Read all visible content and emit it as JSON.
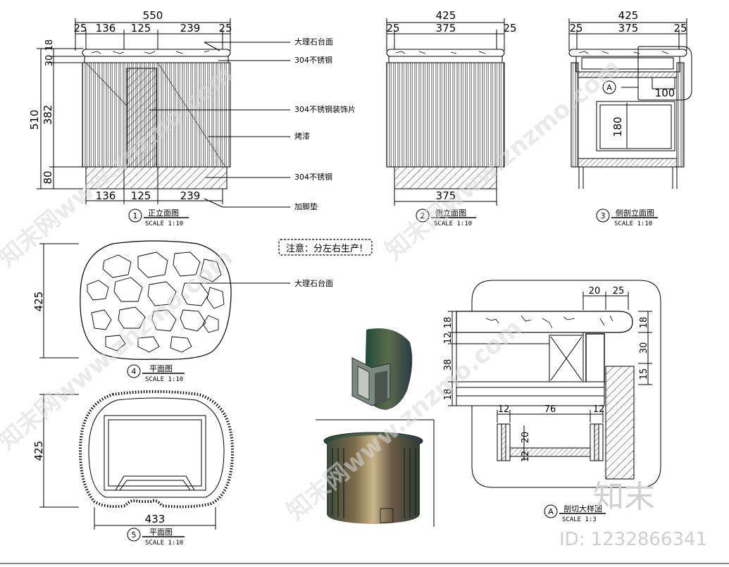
{
  "front_elevation": {
    "overall_width": "550",
    "top_dims": [
      "25",
      "136",
      "125",
      "239",
      "25"
    ],
    "bottom_dims": [
      "136",
      "125",
      "239"
    ],
    "height_total": "510",
    "height_parts": [
      "30",
      "382",
      "80"
    ],
    "top_small": [
      "18",
      "30"
    ],
    "number": "1",
    "title": "正立面图",
    "scale": "SCALE 1:10"
  },
  "callouts": [
    "大理石台面",
    "304不锈钢",
    "304不锈钢装饰片",
    "烤漆",
    "304不锈钢",
    "加脚垫"
  ],
  "side_elevation": {
    "overall_width": "425",
    "top_dims": [
      "25",
      "375",
      "25"
    ],
    "bottom_dim": "375",
    "number": "2",
    "title": "侧立面图",
    "scale": "SCALE 1:10"
  },
  "side_section": {
    "overall_width": "425",
    "top_dims": [
      "25",
      "375",
      "25"
    ],
    "detail_marker": "A",
    "dim_100": "100",
    "dim_180": "180",
    "number": "3",
    "title": "侧剖立面图",
    "scale": "SCALE 1:10"
  },
  "note": "注意：分左右生产!",
  "plan_top": {
    "depth": "425",
    "callout": "大理石台面",
    "number": "4",
    "title": "平面图",
    "scale": "SCALE 1:10"
  },
  "plan_bottom": {
    "depth": "425",
    "width": "433",
    "number": "5",
    "title": "平面图",
    "scale": "SCALE 1:10"
  },
  "detail": {
    "top_dims": [
      "20",
      "25"
    ],
    "left_dims": [
      "18",
      "12",
      "38",
      "18"
    ],
    "right_dims": [
      "18",
      "30",
      "15"
    ],
    "lower_dims": [
      "12",
      "76",
      "12"
    ],
    "vertical_dims": [
      "20",
      "12"
    ],
    "marker": "A",
    "title": "剖切大样图",
    "scale": "SCALE 1:3"
  },
  "watermarks": {
    "text": "知末网www.znzmo.com",
    "brand": "知末",
    "id": "ID: 1232866341"
  }
}
